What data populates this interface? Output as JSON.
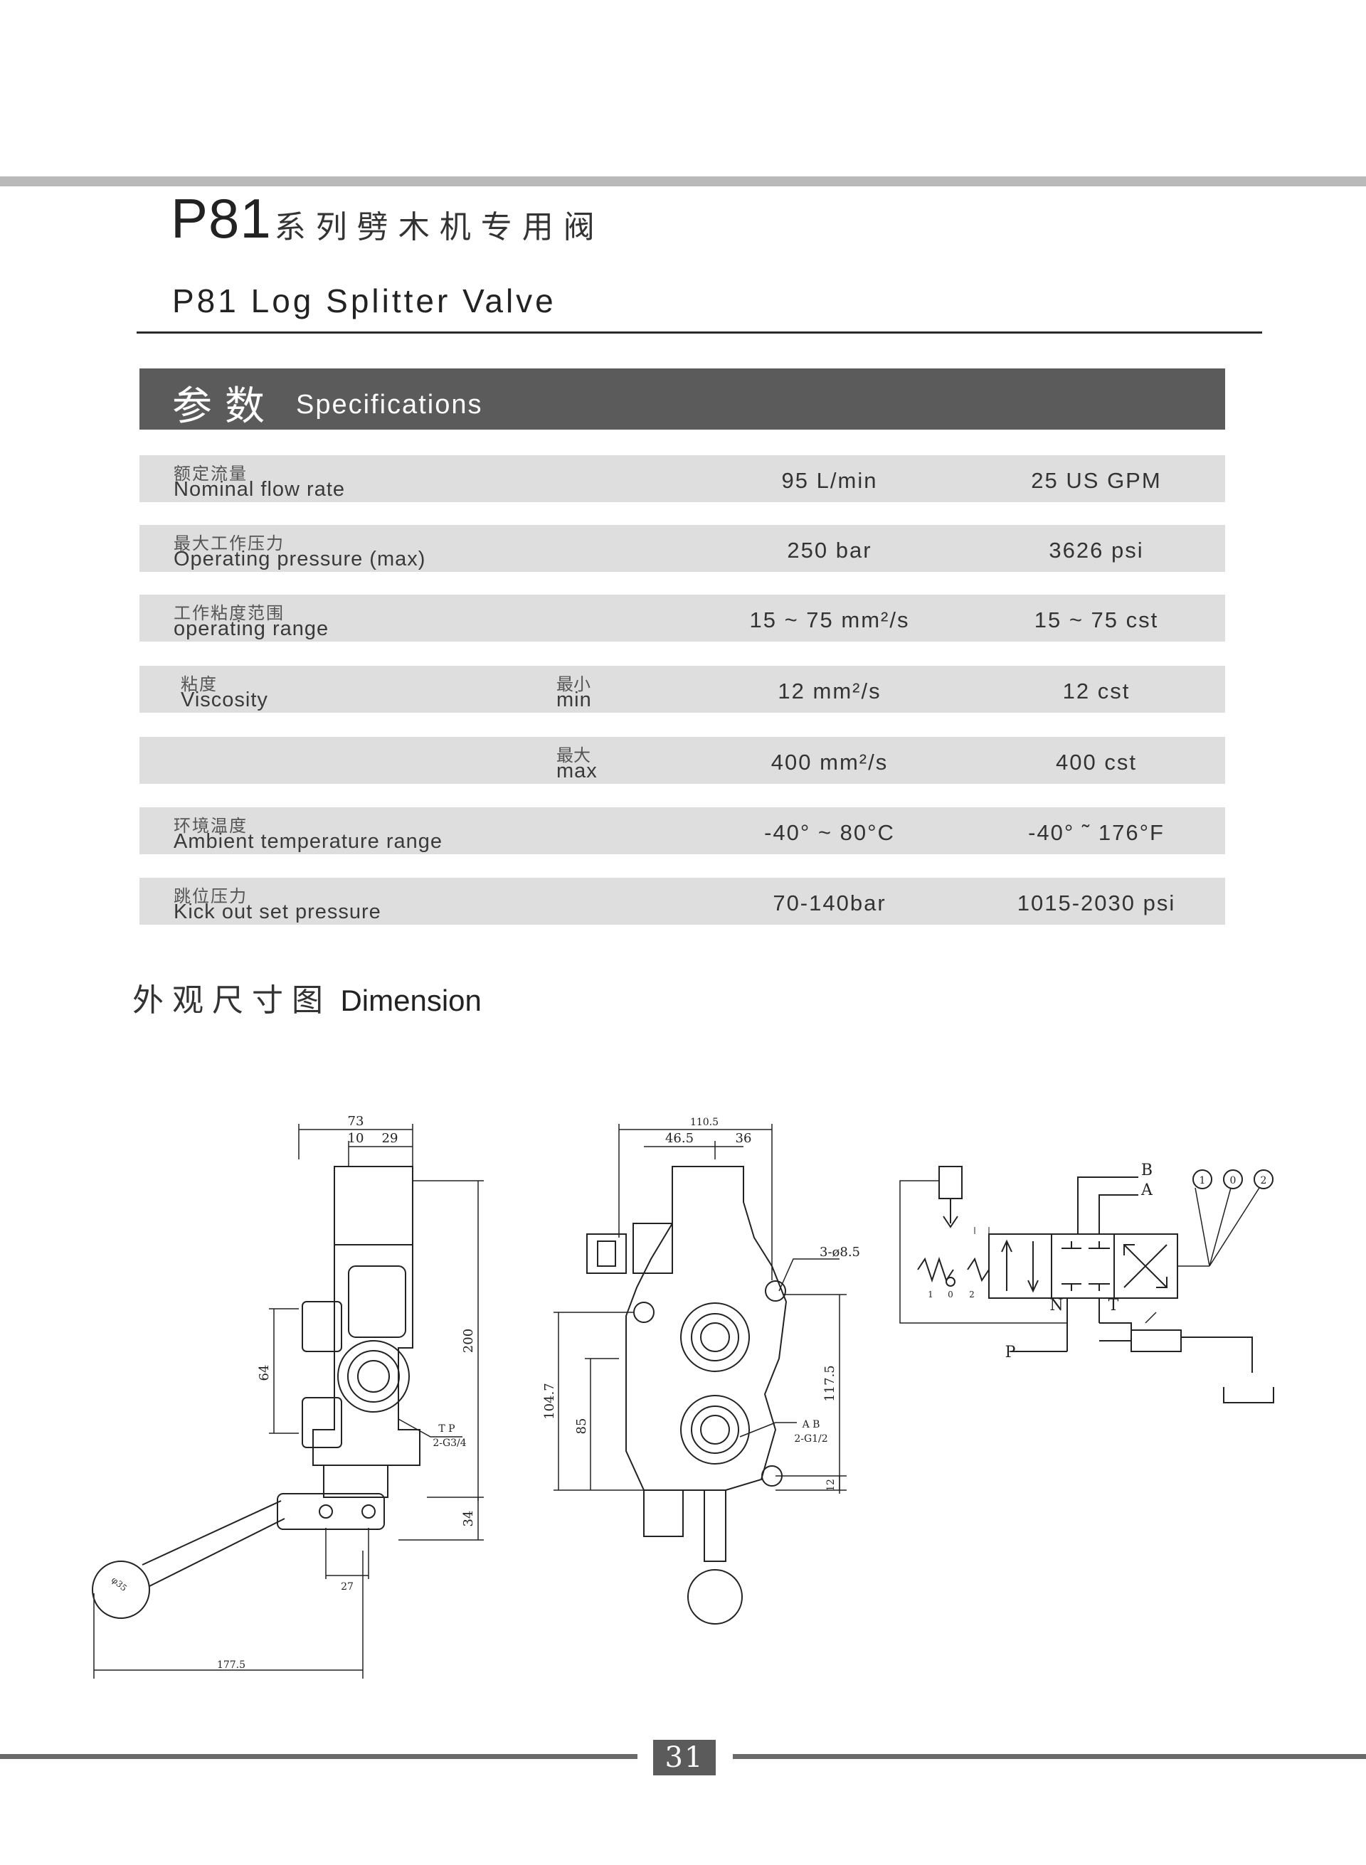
{
  "header": {
    "model": "P81",
    "title_cn": "系列劈木机专用阀",
    "title_en": "P81 Log Splitter Valve"
  },
  "specs": {
    "heading_cn": "参数",
    "heading_en": "Specifications",
    "rows": [
      {
        "label_cn": "额定流量",
        "label_en": "Nominal flow rate",
        "sub_cn": "",
        "sub_en": "",
        "value_metric": "95 L/min",
        "value_us": "25 US GPM"
      },
      {
        "label_cn": "最大工作压力",
        "label_en": "Operating pressure (max)",
        "sub_cn": "",
        "sub_en": "",
        "value_metric": "250 bar",
        "value_us": "3626 psi"
      },
      {
        "label_cn": "工作粘度范围",
        "label_en": "operating range",
        "sub_cn": "",
        "sub_en": "",
        "value_metric": "15 ~ 75 mm²/s",
        "value_us": "15 ~ 75 cst"
      },
      {
        "label_cn": "粘度",
        "label_en": "Viscosity",
        "sub_cn": "最小",
        "sub_en": "min",
        "value_metric": "12 mm²/s",
        "value_us": "12 cst"
      },
      {
        "label_cn": "",
        "label_en": "",
        "sub_cn": "最大",
        "sub_en": "max",
        "value_metric": "400 mm²/s",
        "value_us": "400 cst"
      },
      {
        "label_cn": "环境温度",
        "label_en": "Ambient temperature range",
        "sub_cn": "",
        "sub_en": "",
        "value_metric": "-40° ~ 80°C",
        "value_us": "-40° ˜ 176°F"
      },
      {
        "label_cn": "跳位压力",
        "label_en": "Kick out  set pressure",
        "sub_cn": "",
        "sub_en": "",
        "value_metric": "70-140bar",
        "value_us": "1015-2030 psi"
      }
    ]
  },
  "dimension": {
    "title_cn": "外观尺寸图",
    "title_en": "Dimension",
    "side_view": {
      "width_73": "73",
      "dim_10": "10",
      "dim_29": "29",
      "height_200": "200",
      "dim_64": "64",
      "dim_34": "34",
      "dim_27": "27",
      "dim_1775": "177.5",
      "ball_dia": "φ35",
      "port_label_tp": "T  P",
      "port_thread_tp": "2-G3/4"
    },
    "front_view": {
      "width_1105": "110.5",
      "dim_465": "46.5",
      "dim_36": "36",
      "holes": "3-ø8.5",
      "height_1047": "104.7",
      "dim_85": "85",
      "dim_1175": "117.5",
      "dim_12": "12",
      "port_label_ab": "A  B",
      "port_thread_ab": "2-G1/2"
    },
    "schematic": {
      "port_b": "B",
      "port_a": "A",
      "port_n": "N",
      "port_t": "T",
      "port_p": "P",
      "pos_1": "1",
      "pos_0": "0",
      "pos_2": "2",
      "spring_pos_1": "1",
      "spring_pos_0": "0",
      "spring_pos_2": "2"
    }
  },
  "footer": {
    "page_number": "31"
  }
}
